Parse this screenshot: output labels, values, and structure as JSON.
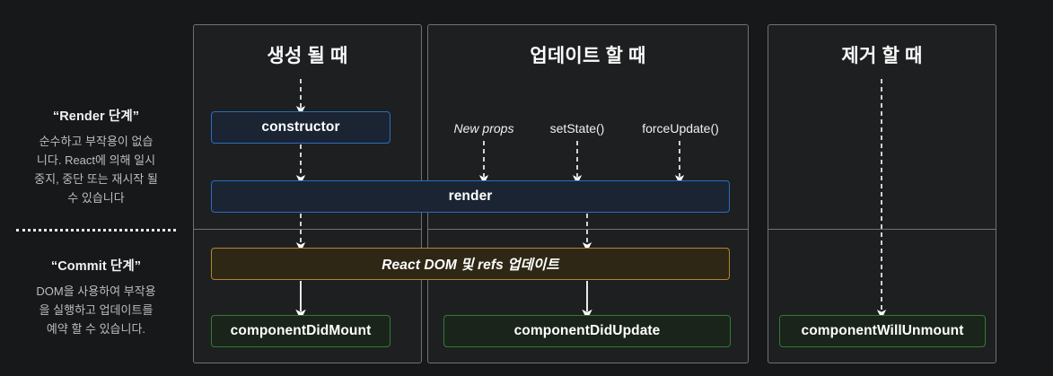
{
  "legend": {
    "render_phase": {
      "title": "“Render 단계”",
      "desc_1": "순수하고 부작용이 없습",
      "desc_2": "니다. React에 의해 일시",
      "desc_3": "중지, 중단 또는 재시작 될",
      "desc_4": "수 있습니다"
    },
    "commit_phase": {
      "title": "“Commit 단계”",
      "desc_1": "DOM을 사용하여 부작용",
      "desc_2": "을 실행하고 업데이트를",
      "desc_3": "예약 할 수 있습니다."
    }
  },
  "columns": {
    "mounting": {
      "title": "생성 될 때"
    },
    "updating": {
      "title": "업데이트 할 때"
    },
    "unmounting": {
      "title": "제거 할 때"
    }
  },
  "triggers": {
    "new_props": "New props",
    "set_state": "setState()",
    "force_update": "forceUpdate()"
  },
  "nodes": {
    "constructor": "constructor",
    "render": "render",
    "react_dom_refs": "React DOM 및 refs 업데이트",
    "component_did_mount": "componentDidMount",
    "component_did_update": "componentDidUpdate",
    "component_will_unmount": "componentWillUnmount"
  },
  "colors": {
    "background": "#16181a",
    "panel_background": "#1d1f21",
    "panel_border": "#6f7173",
    "render_box_border": "#2a6cc0",
    "render_box_fill": "#1b2433",
    "commit_box_border": "#b5862b",
    "commit_box_fill": "#2e2715",
    "lifecycle_box_border": "#2f7d32",
    "lifecycle_box_fill": "#1a241a",
    "arrow": "#ffffff",
    "text_primary": "#ffffff",
    "text_muted": "#bdbdbd"
  }
}
